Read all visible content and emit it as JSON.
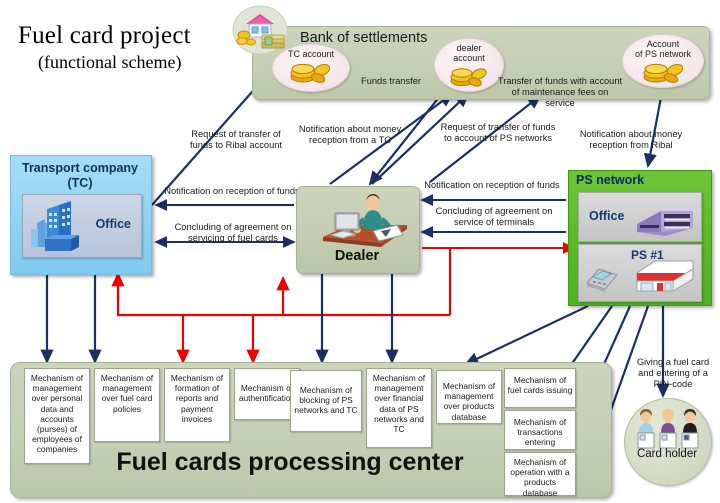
{
  "title": {
    "main": "Fuel card project",
    "sub": "(functional scheme)"
  },
  "bank": {
    "title": "Bank of settlements",
    "accounts": [
      {
        "name": "TC account"
      },
      {
        "name": "dealer\naccount"
      },
      {
        "name": "Account\nof PS network"
      }
    ],
    "flow_labels": {
      "funds_transfer": "Funds transfer",
      "transfer_fees": "Transfer of funds with account of maintenance fees on service"
    }
  },
  "annotations": {
    "request_ribal": "Request of transfer of funds to Ribal account",
    "notification_from_tc": "Notification about money reception from a TC",
    "request_ps": "Request of transfer of funds to account of PS networks",
    "notification_from_ribal": "Notification about money reception from Ribal",
    "notification_funds_left": "Notification on reception of funds",
    "concluding_fuel_cards": "Concluding of agreement on servicing of fuel cards",
    "notification_funds_right": "Notification on reception of funds",
    "concluding_terminals": "Concluding of agreement on service of terminals",
    "giving_fuel_card": "Giving a fuel card and entering of a PIN-code"
  },
  "transport_company": {
    "title": "Transport company (TC)",
    "office_label": "Office"
  },
  "dealer": {
    "label": "Dealer"
  },
  "ps_network": {
    "title": "PS network",
    "office_label": "Office",
    "station_label": "PS #1"
  },
  "processing_center": {
    "title": "Fuel cards processing center",
    "mechanisms": [
      "Mechanism of management over personal data and accounts (purses) of employees of companies",
      "Mechanism of management over fuel card policies",
      "Mechanism of formation of reports and payment invoices",
      "Mechanism of authentification",
      "Mechanism of blocking of PS networks and TC",
      "Mechanism of management over financial data of PS networks and TC",
      "Mechanism of management over products database",
      "Mechanism of fuel cards issuing",
      "Mechanism of transactions entering",
      "Mechanism of operation with a products database"
    ]
  },
  "card_holder": {
    "label": "Card holder"
  },
  "colors": {
    "arrow_blue": "#1b2f63",
    "arrow_red": "#ee0000",
    "bank_green": "#c5cfb4",
    "tc_blue": "#92d4f4",
    "ps_green": "#5cbb2b",
    "white": "#ffffff"
  }
}
